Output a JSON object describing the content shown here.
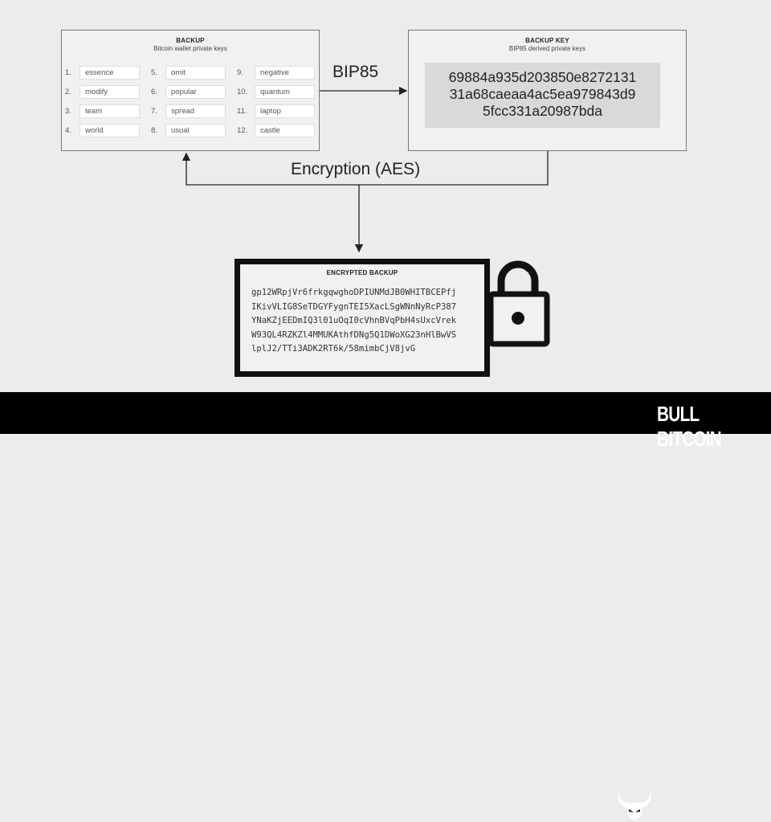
{
  "backup": {
    "title": "BACKUP",
    "subtitle": "Bitcoin wallet private keys",
    "words": [
      {
        "n": "1.",
        "w": "essence"
      },
      {
        "n": "5.",
        "w": "omit"
      },
      {
        "n": "9.",
        "w": "negative"
      },
      {
        "n": "2.",
        "w": "modify"
      },
      {
        "n": "6.",
        "w": "popular"
      },
      {
        "n": "10.",
        "w": "quantum"
      },
      {
        "n": "3.",
        "w": "team"
      },
      {
        "n": "7.",
        "w": "spread"
      },
      {
        "n": "11.",
        "w": "laptop"
      },
      {
        "n": "4.",
        "w": "world"
      },
      {
        "n": "8.",
        "w": "usual"
      },
      {
        "n": "12.",
        "w": "castle"
      }
    ]
  },
  "backup_key": {
    "title": "BACKUP KEY",
    "subtitle": "BIP85 derived private keys",
    "lines": [
      "69884a935d203850e8272131",
      "31a68caeaa4ac5ea979843d9",
      "5fcc331a20987bda"
    ]
  },
  "labels": {
    "bip85": "BIP85",
    "encryption": "Encryption (AES)"
  },
  "encrypted": {
    "title": "ENCRYPTED BACKUP",
    "lines": [
      "gp12WRpjVr6frkgqwghoDPIUNMdJB0WHITBCEPfj",
      "IKivVLIG8SeTDGYFygnTEI5XacLSgWNnNyRcP387",
      "YNaKZjEEDmIQ3l01uOqI0cVhnBVqPbH4sUxcVrek",
      "W93QL4RZKZl4MMUKAthfDNg5Q1DWoXG23nHlBwVS",
      "lplJ2/TTi3ADK2RT6k/58mimbCjV8jvG"
    ]
  },
  "footer": {
    "brand": "BULL BITCOIN"
  }
}
